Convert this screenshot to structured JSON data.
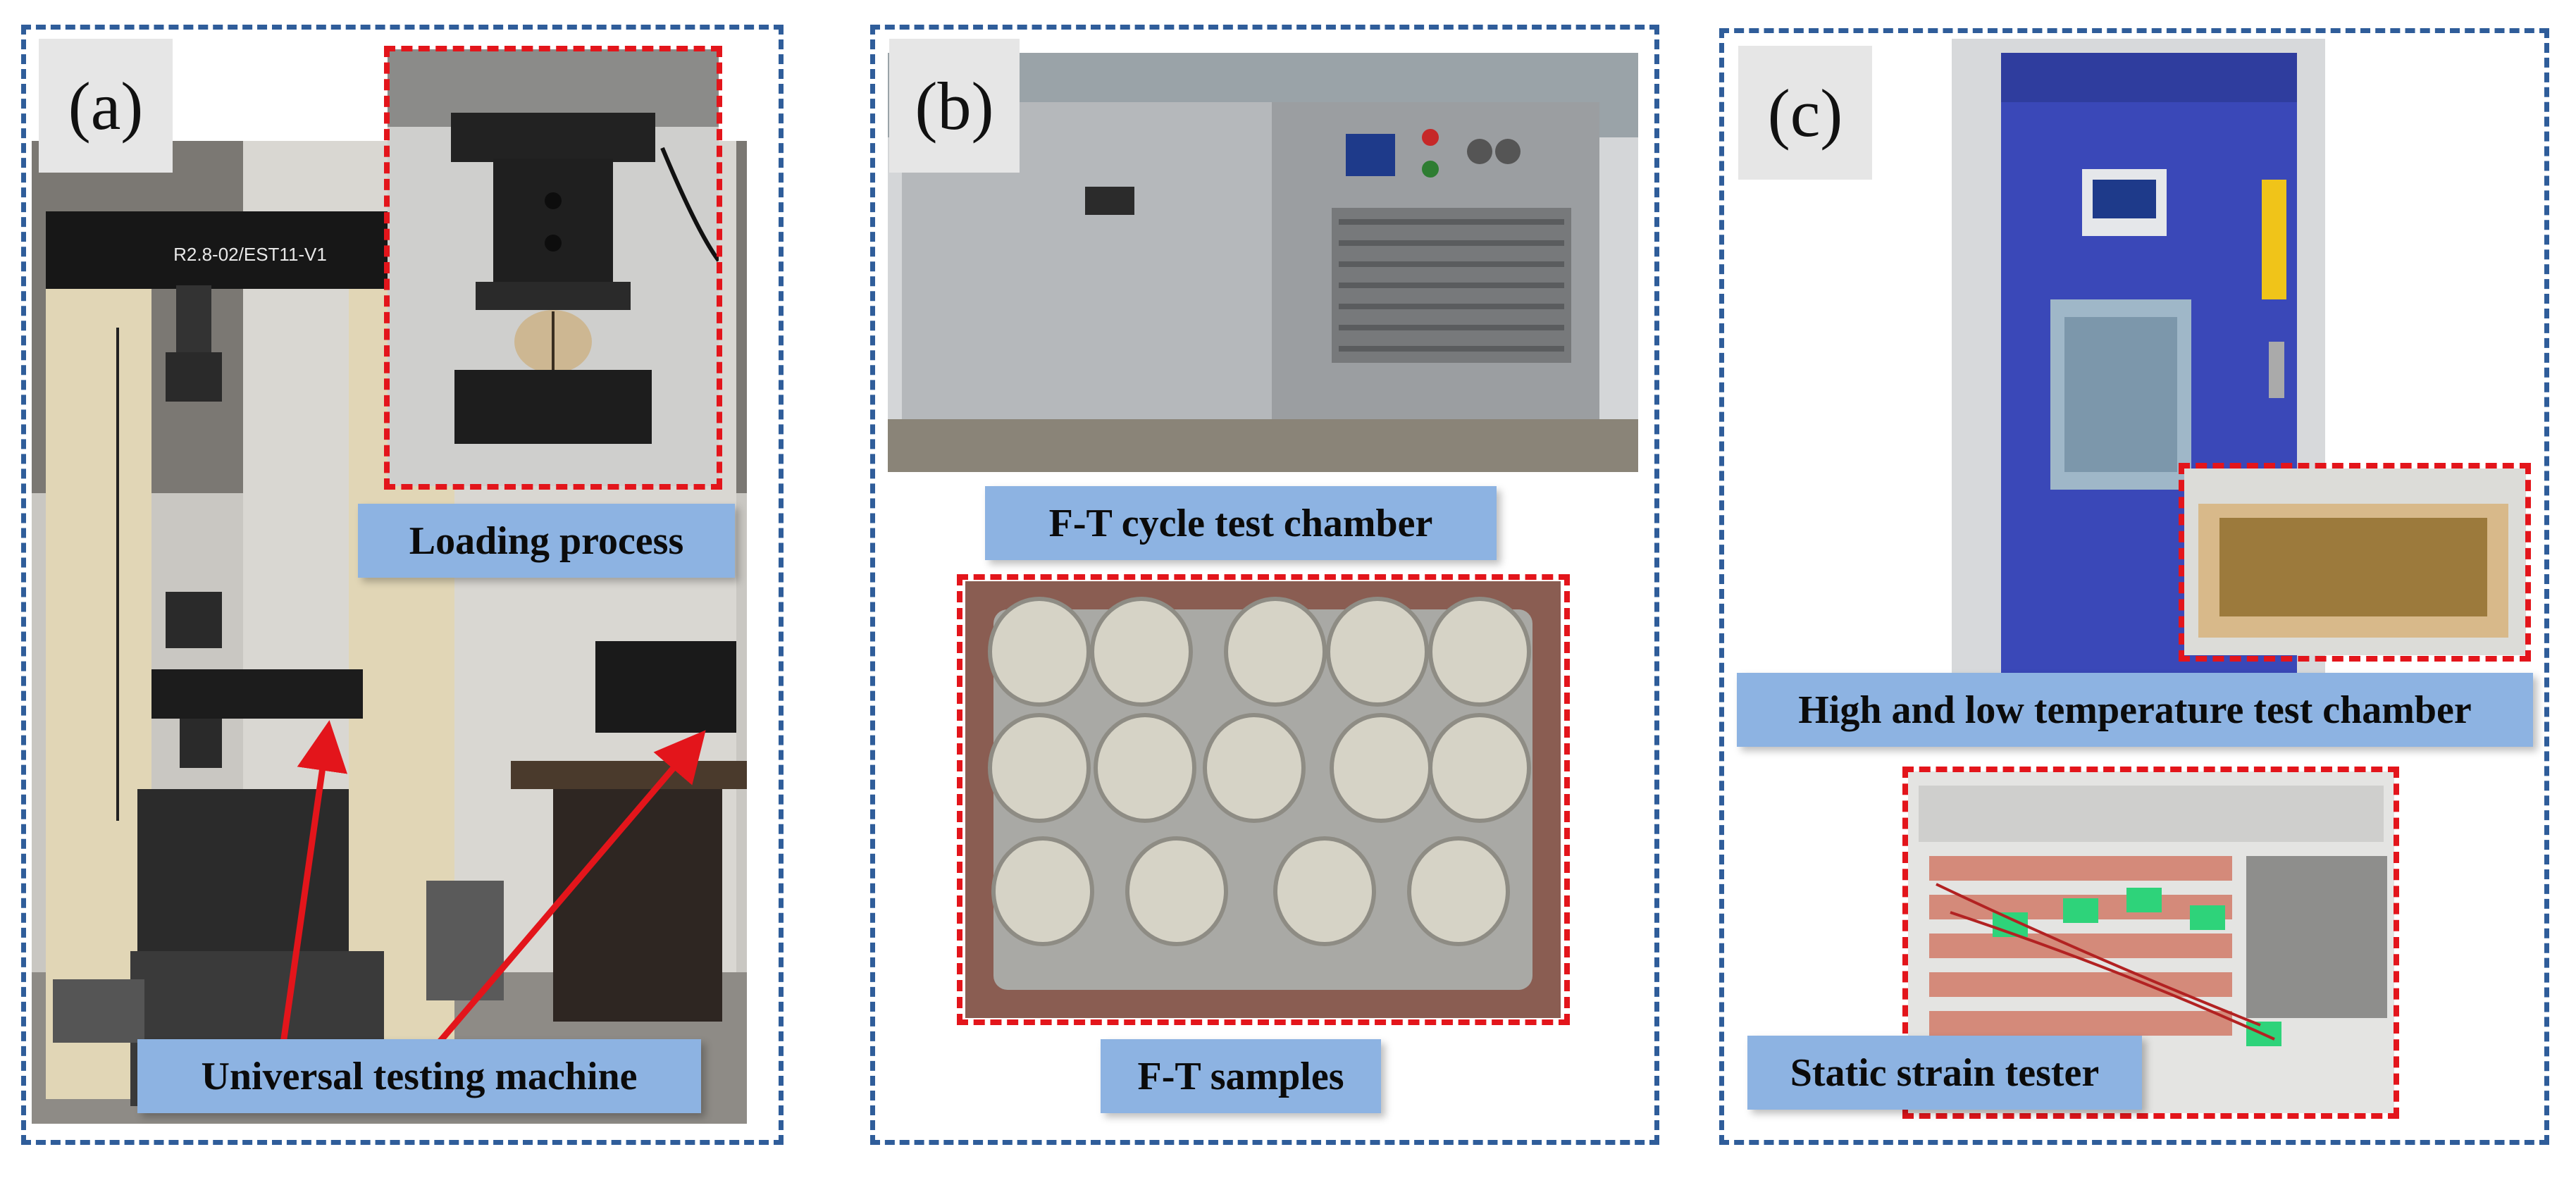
{
  "panels": {
    "a": {
      "badge": "(a)",
      "labels": {
        "loading": "Loading process",
        "machine": "Universal testing machine"
      },
      "photo_text": "R2.8-02/EST11-V1"
    },
    "b": {
      "badge": "(b)",
      "labels": {
        "chamber": "F-T cycle test chamber",
        "samples": "F-T samples"
      }
    },
    "c": {
      "badge": "(c)",
      "labels": {
        "chamber": "High and low temperature test chamber",
        "strain": "Static strain tester"
      }
    }
  },
  "colors": {
    "panel_border": "#2f5d9a",
    "inset_border": "#e3151b",
    "label_bg": "#8db3e2",
    "badge_bg": "#e6e6e6",
    "arrow": "#e3151b"
  }
}
